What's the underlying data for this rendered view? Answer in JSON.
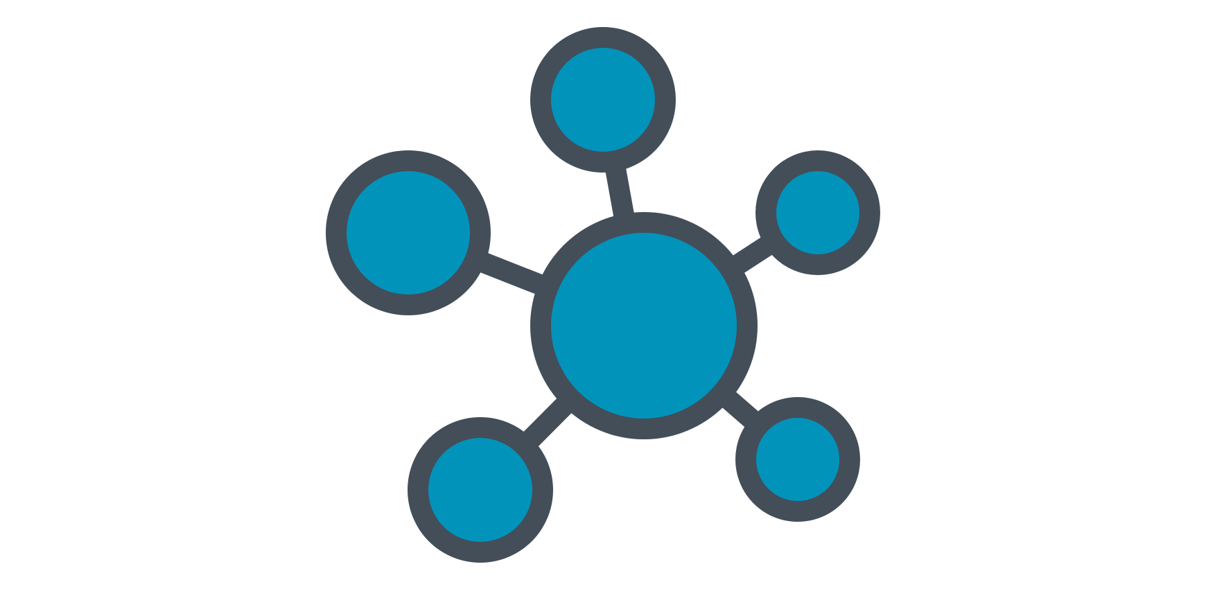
{
  "diagram": {
    "type": "hub-and-spoke network icon",
    "hub": {
      "id": "hub"
    },
    "satellites": [
      {
        "id": "top"
      },
      {
        "id": "upper-left"
      },
      {
        "id": "upper-right"
      },
      {
        "id": "lower-left"
      },
      {
        "id": "lower-right"
      }
    ],
    "edges": [
      {
        "from": "hub",
        "to": "top"
      },
      {
        "from": "hub",
        "to": "upper-left"
      },
      {
        "from": "hub",
        "to": "upper-right"
      },
      {
        "from": "hub",
        "to": "lower-left"
      },
      {
        "from": "hub",
        "to": "lower-right"
      }
    ]
  },
  "colors": {
    "background": "#ffffff",
    "node_fill": "#0293bb",
    "stroke": "#434e59"
  }
}
